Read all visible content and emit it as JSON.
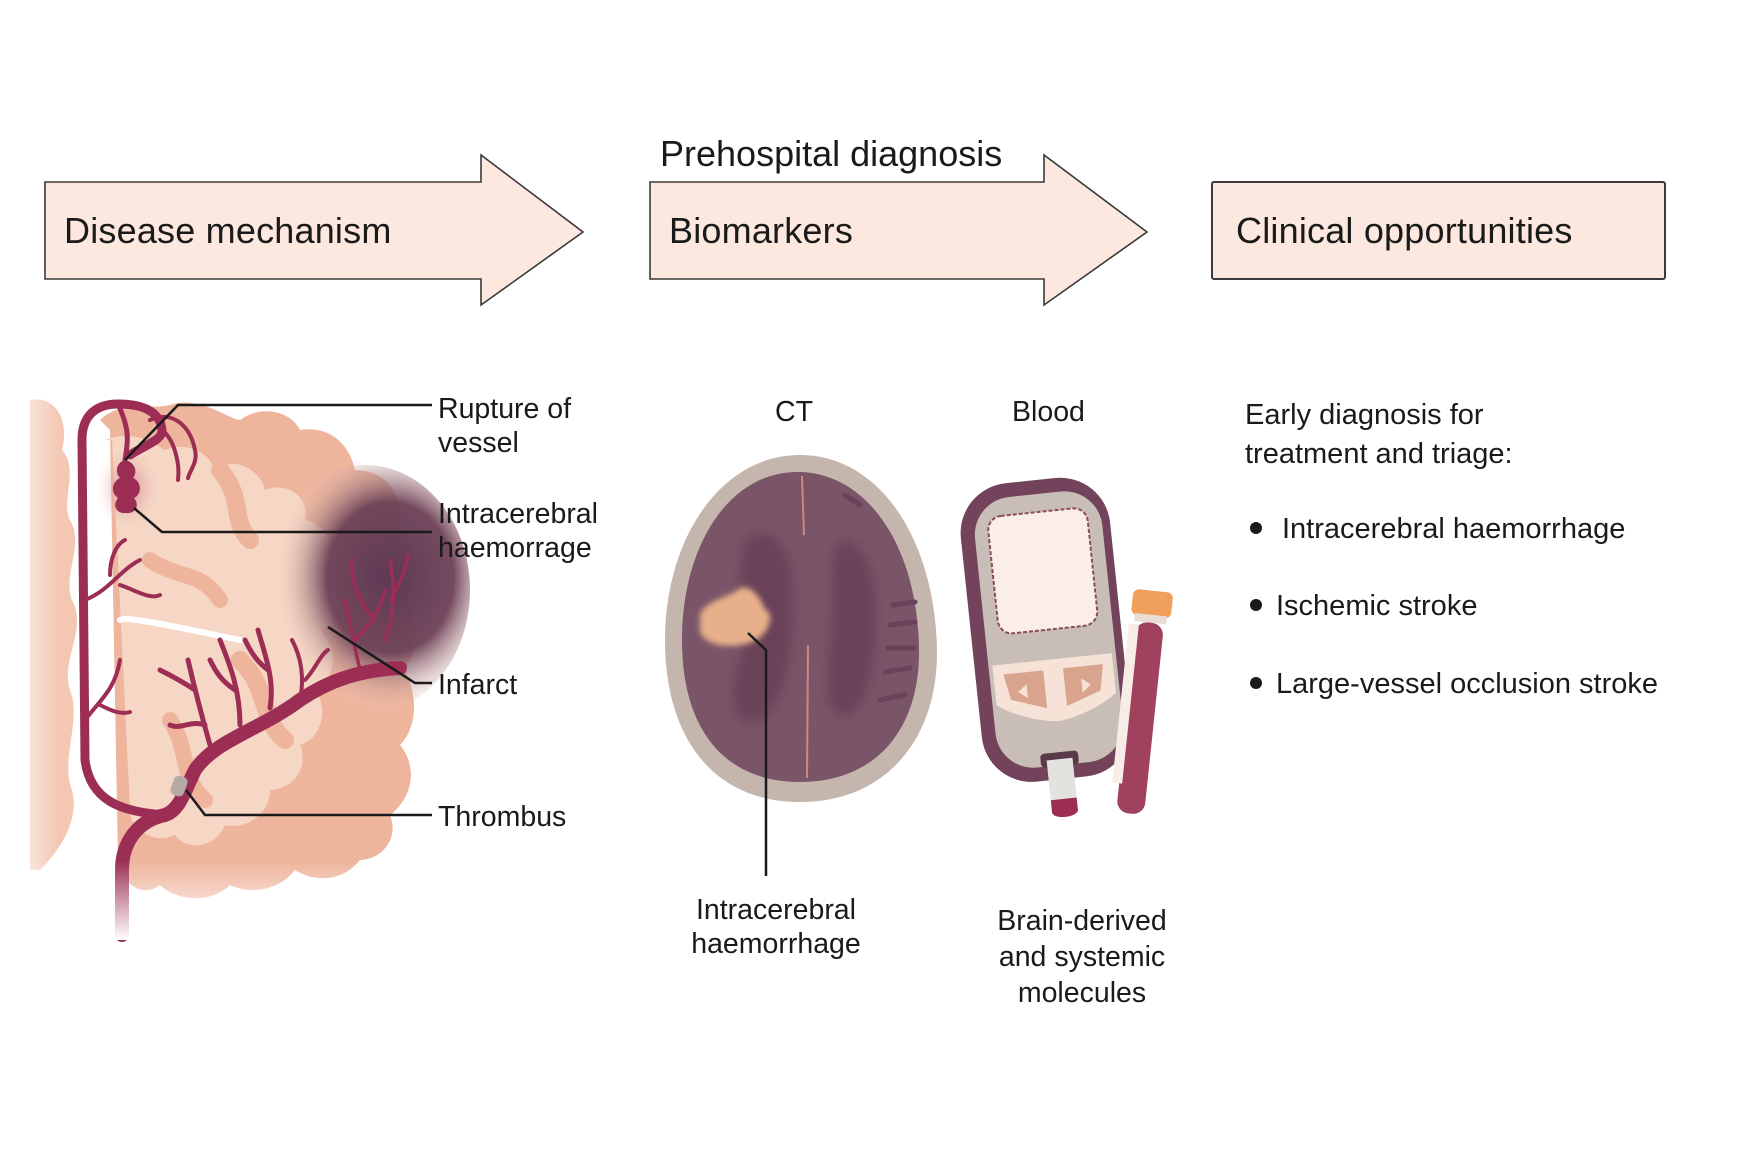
{
  "figure": {
    "stages": [
      {
        "id": "disease-mechanism",
        "label": "Disease mechanism",
        "shape": "arrow"
      },
      {
        "id": "biomarkers",
        "label": "Biomarkers",
        "shape": "arrow",
        "header": "Prehospital diagnosis"
      },
      {
        "id": "clinical-opportunities",
        "label": "Clinical opportunities",
        "shape": "box"
      }
    ],
    "mechanism": {
      "annotations": [
        {
          "id": "rupture",
          "lines": [
            "Rupture of",
            "vessel"
          ]
        },
        {
          "id": "ich",
          "lines": [
            "Intracerebral",
            "haemorrage"
          ]
        },
        {
          "id": "infarct",
          "lines": [
            "Infarct"
          ]
        },
        {
          "id": "thrombus",
          "lines": [
            "Thrombus"
          ]
        }
      ]
    },
    "biomarkers": {
      "ct": {
        "title": "CT",
        "caption": [
          "Intracerebral",
          "haemorrhage"
        ]
      },
      "blood": {
        "title": "Blood",
        "caption": [
          "Brain-derived",
          "and systemic",
          "molecules"
        ]
      }
    },
    "clinical": {
      "intro": [
        "Early diagnosis for",
        "treatment and triage:"
      ],
      "items": [
        "Intracerebral haemorrhage",
        "Ischemic stroke",
        "Large-vessel occlusion stroke"
      ]
    },
    "colors": {
      "stage_fill": "#fce8de",
      "stage_stroke": "#3a3a3a",
      "brain_light": "#f6d6c4",
      "brain_mid": "#eeb49c",
      "vessel": "#9c2e55",
      "infarct": "#5e3a55",
      "ct_skull": "#c5b6ad",
      "ct_brain": "#7a5568",
      "ct_dark": "#6a4259",
      "ct_lesion": "#e8b08a",
      "meter_body": "#72435a",
      "meter_face": "#c9beb7",
      "tube_blood": "#a0425e",
      "tube_cap": "#f0a05a"
    }
  }
}
